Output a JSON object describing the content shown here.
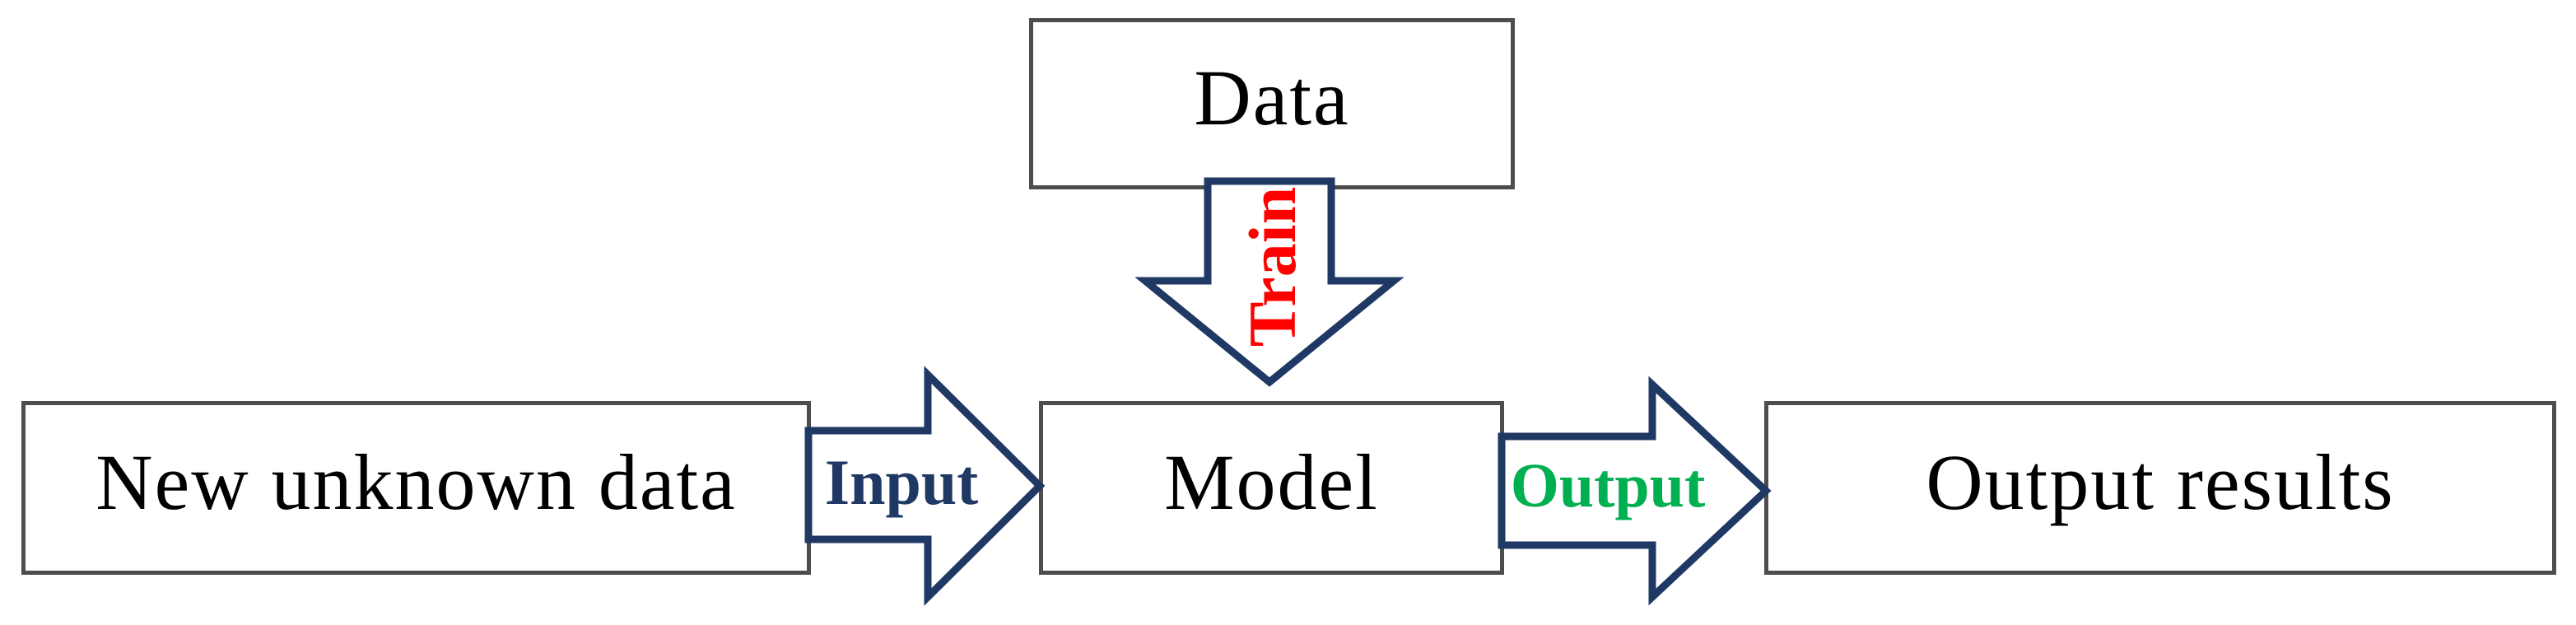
{
  "diagram": {
    "boxes": {
      "data": {
        "label": "Data"
      },
      "new_unknown": {
        "label": "New unknown data"
      },
      "model": {
        "label": "Model"
      },
      "output_results": {
        "label": "Output results"
      }
    },
    "arrows": {
      "train": {
        "label": "Train",
        "direction": "down",
        "from": "Data",
        "to": "Model"
      },
      "input": {
        "label": "Input",
        "direction": "right",
        "from": "New unknown data",
        "to": "Model"
      },
      "output": {
        "label": "Output",
        "direction": "right",
        "from": "Model",
        "to": "Output results"
      }
    },
    "colors": {
      "background": "#ffffff",
      "box_border": "#4d4d4d",
      "box_fill": "#ffffff",
      "box_text": "#000000",
      "arrow_outline": "#1f3864",
      "arrow_fill": "#ffffff",
      "train_label": "#ff0000",
      "input_label": "#1f3864",
      "output_label": "#00b050"
    }
  }
}
